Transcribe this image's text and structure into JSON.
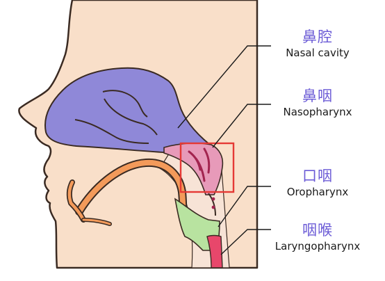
{
  "colors": {
    "skin": "#f9dfc9",
    "skin_outline": "#3a2a22",
    "nasal_cavity": "#8f88d8",
    "nasopharynx": "#e79ab9",
    "oropharynx": "#b8e3a0",
    "laryngopharynx": "#e8476b",
    "tongue_track": "#f39a5a",
    "highlight_box": "#e53935",
    "chinese_label": "#6b5bd6",
    "leader_line": "#1a1a1a"
  },
  "labels": {
    "nasal_cavity": {
      "zh": "鼻腔",
      "en": "Nasal cavity"
    },
    "nasopharynx": {
      "zh": "鼻咽",
      "en": "Nasopharynx"
    },
    "oropharynx": {
      "zh": "口咽",
      "en": "Oropharynx"
    },
    "laryngopharynx": {
      "zh": "咽喉",
      "en": "Laryngopharynx"
    }
  }
}
